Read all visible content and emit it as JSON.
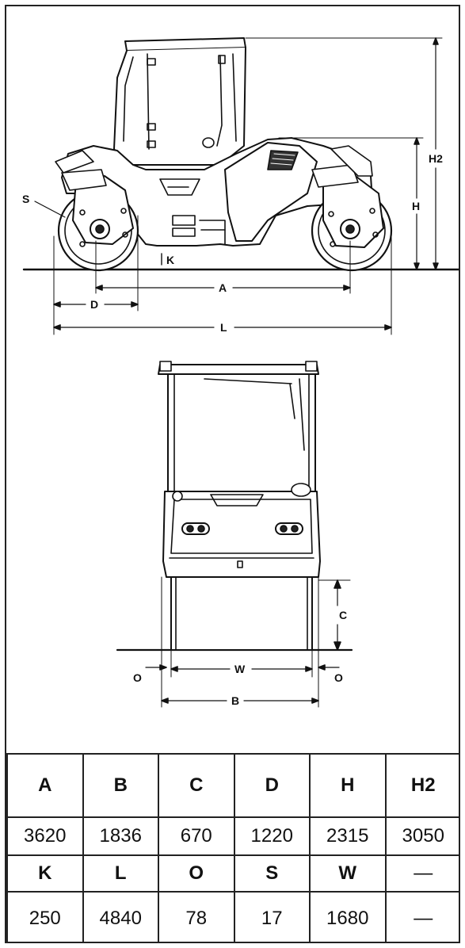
{
  "diagram": {
    "side_view_labels": {
      "S": "S",
      "K": "K",
      "A": "A",
      "D": "D",
      "L": "L",
      "H": "H",
      "H2": "H2"
    },
    "front_view_labels": {
      "C": "C",
      "W": "W",
      "O_left": "O",
      "O_right": "O",
      "B": "B"
    }
  },
  "spec_table": {
    "row1_headers": [
      "A",
      "B",
      "C",
      "D",
      "H",
      "H2"
    ],
    "row1_values": [
      "3620",
      "1836",
      "670",
      "1220",
      "2315",
      "3050"
    ],
    "row2_headers": [
      "K",
      "L",
      "O",
      "S",
      "W",
      "—"
    ],
    "row2_values": [
      "250",
      "4840",
      "78",
      "17",
      "1680",
      "—"
    ]
  }
}
